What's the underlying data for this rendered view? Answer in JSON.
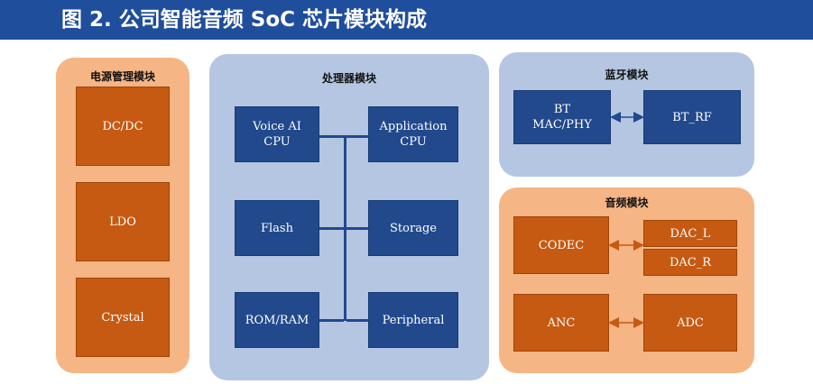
{
  "title": "图 2. 公司智能音频 SoC 芯片模块构成",
  "panels": {
    "power": {
      "title": "电源管理模块",
      "boxes": [
        "DC/DC",
        "LDO",
        "Crystal"
      ]
    },
    "processor": {
      "title": "处理器模块",
      "voice_ai": "Voice AI",
      "voice_ai_cpu": "CPU",
      "application": "Application",
      "application_cpu": "CPU",
      "flash": "Flash",
      "storage": "Storage",
      "rom_ram": "ROM/RAM",
      "peripheral": "Peripheral"
    },
    "bluetooth": {
      "title": "蓝牙模块",
      "bt": "BT",
      "mac_phy": "MAC/PHY",
      "bt_rf": "BT_RF"
    },
    "audio": {
      "title": "音频模块",
      "codec": "CODEC",
      "dac_l": "DAC_L",
      "dac_r": "DAC_R",
      "anc": "ANC",
      "adc": "ADC"
    }
  },
  "colors": {
    "title_bar": "#1f4e9c",
    "orange_panel": "#f5b585",
    "blue_panel": "#b5c6e2",
    "blue_box": "#21498c",
    "orange_box": "#c65a12"
  }
}
